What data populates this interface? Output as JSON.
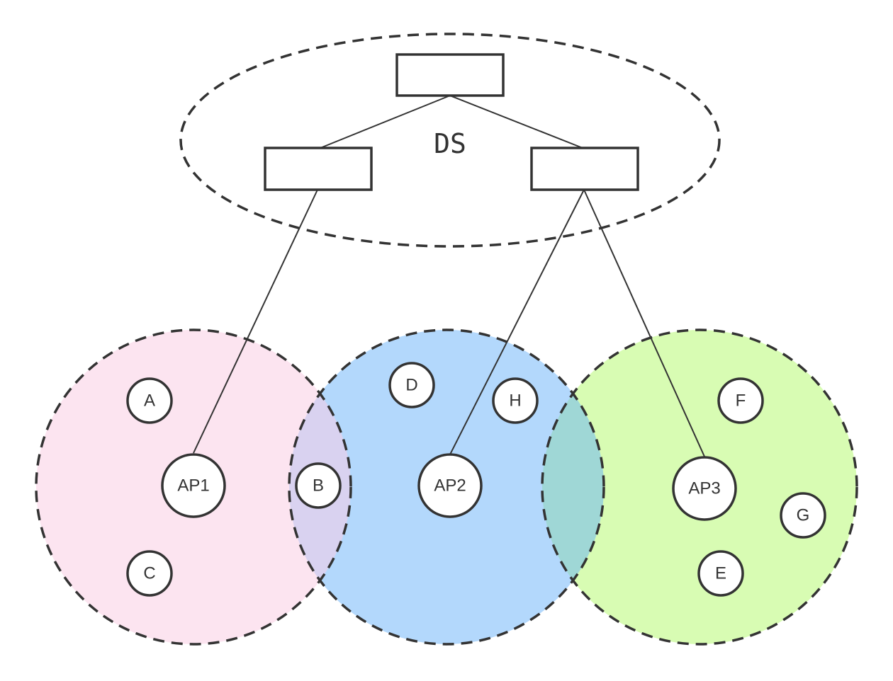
{
  "ds": {
    "label": "DS"
  },
  "aps": [
    {
      "label": "AP1",
      "color": "#fce4f0"
    },
    {
      "label": "AP2",
      "color": "#b3d8fc"
    },
    {
      "label": "AP3",
      "color": "#d8fcb3"
    }
  ],
  "overlaps": {
    "ap1_ap2": "#d9d2f0",
    "ap2_ap3": "#9fd7d6"
  },
  "stations": {
    "A": "A",
    "B": "B",
    "C": "C",
    "D": "D",
    "E": "E",
    "F": "F",
    "G": "G",
    "H": "H"
  },
  "stroke_color": "#333333"
}
